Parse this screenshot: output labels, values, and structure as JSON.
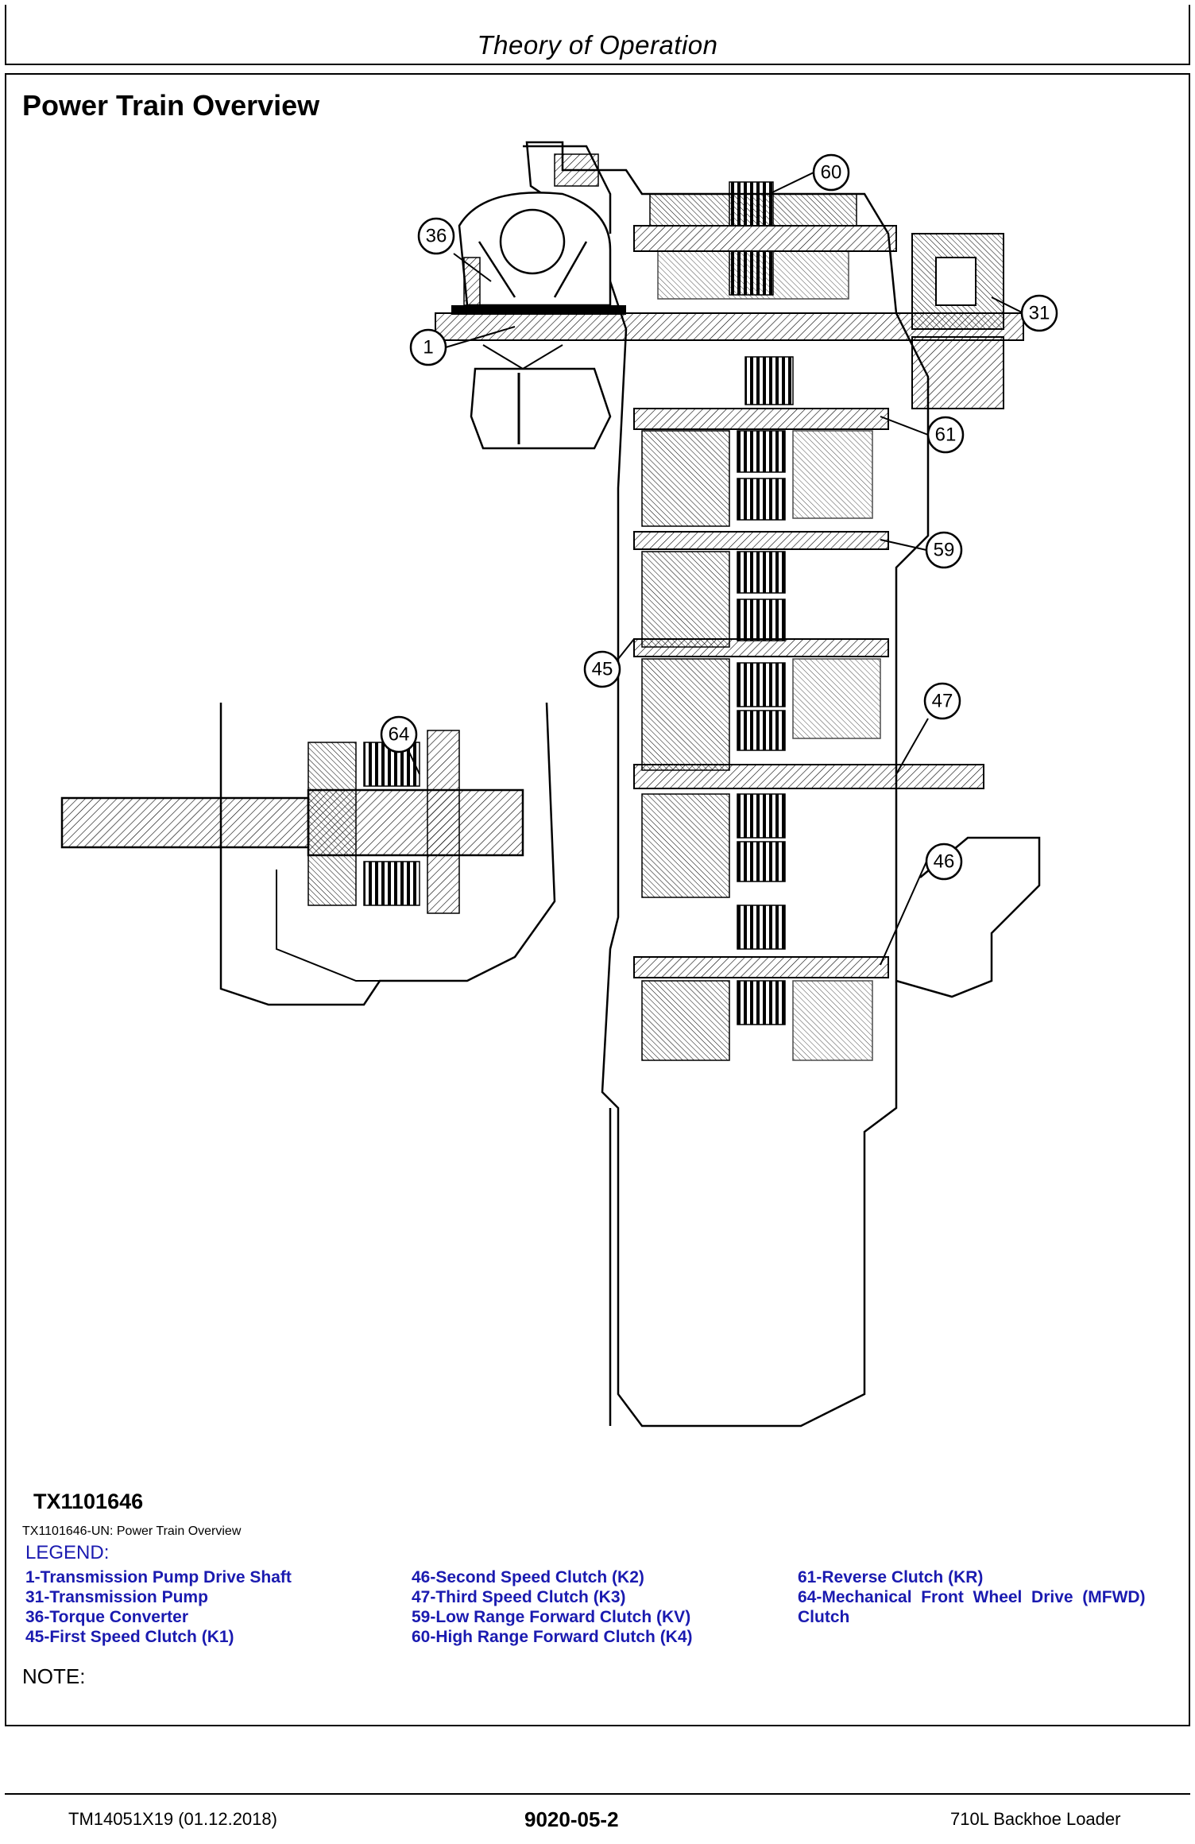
{
  "header": {
    "title": "Theory of Operation"
  },
  "section": {
    "title": "Power Train Overview"
  },
  "figure": {
    "id": "TX1101646",
    "caption": "TX1101646-UN: Power Train Overview",
    "callouts": [
      "60",
      "36",
      "31",
      "1",
      "61",
      "59",
      "45",
      "64",
      "47",
      "46"
    ]
  },
  "legend": {
    "heading": "LEGEND:",
    "col1": [
      "1-Transmission Pump Drive Shaft",
      "31-Transmission Pump",
      "36-Torque Converter",
      "45-First Speed Clutch (K1)"
    ],
    "col2": [
      "46-Second Speed Clutch (K2)",
      "47-Third Speed Clutch (K3)",
      "59-Low Range Forward Clutch (KV)",
      "60-High Range Forward Clutch (K4)"
    ],
    "col3": [
      "61-Reverse Clutch (KR)",
      "64-Mechanical  Front  Wheel  Drive  (MFWD)",
      "Clutch"
    ]
  },
  "note": {
    "label": "NOTE:"
  },
  "footer": {
    "doc": "TM14051X19 (01.12.2018)",
    "page": "9020-05-2",
    "model": "710L Backhoe Loader"
  }
}
